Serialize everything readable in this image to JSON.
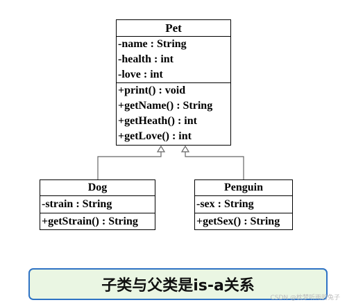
{
  "diagram": {
    "parent": {
      "name": "Pet",
      "attributes": [
        "-name : String",
        "-health : int",
        "-love : int"
      ],
      "methods": [
        "+print() : void",
        "+getName() : String",
        "+getHeath() : int",
        "+getLove() : int"
      ]
    },
    "children": [
      {
        "name": "Dog",
        "attributes": [
          "-strain : String"
        ],
        "methods": [
          "+getStrain() : String"
        ]
      },
      {
        "name": "Penguin",
        "attributes": [
          "-sex : String"
        ],
        "methods": [
          "+getSex() : String"
        ]
      }
    ],
    "relationship": "generalization"
  },
  "caption": "子类与父类是is-a关系",
  "watermark": "CSDN @枕梦听雨的兔子",
  "colors": {
    "caption_border": "#2d72c4",
    "caption_background": "#eaf6e3"
  }
}
